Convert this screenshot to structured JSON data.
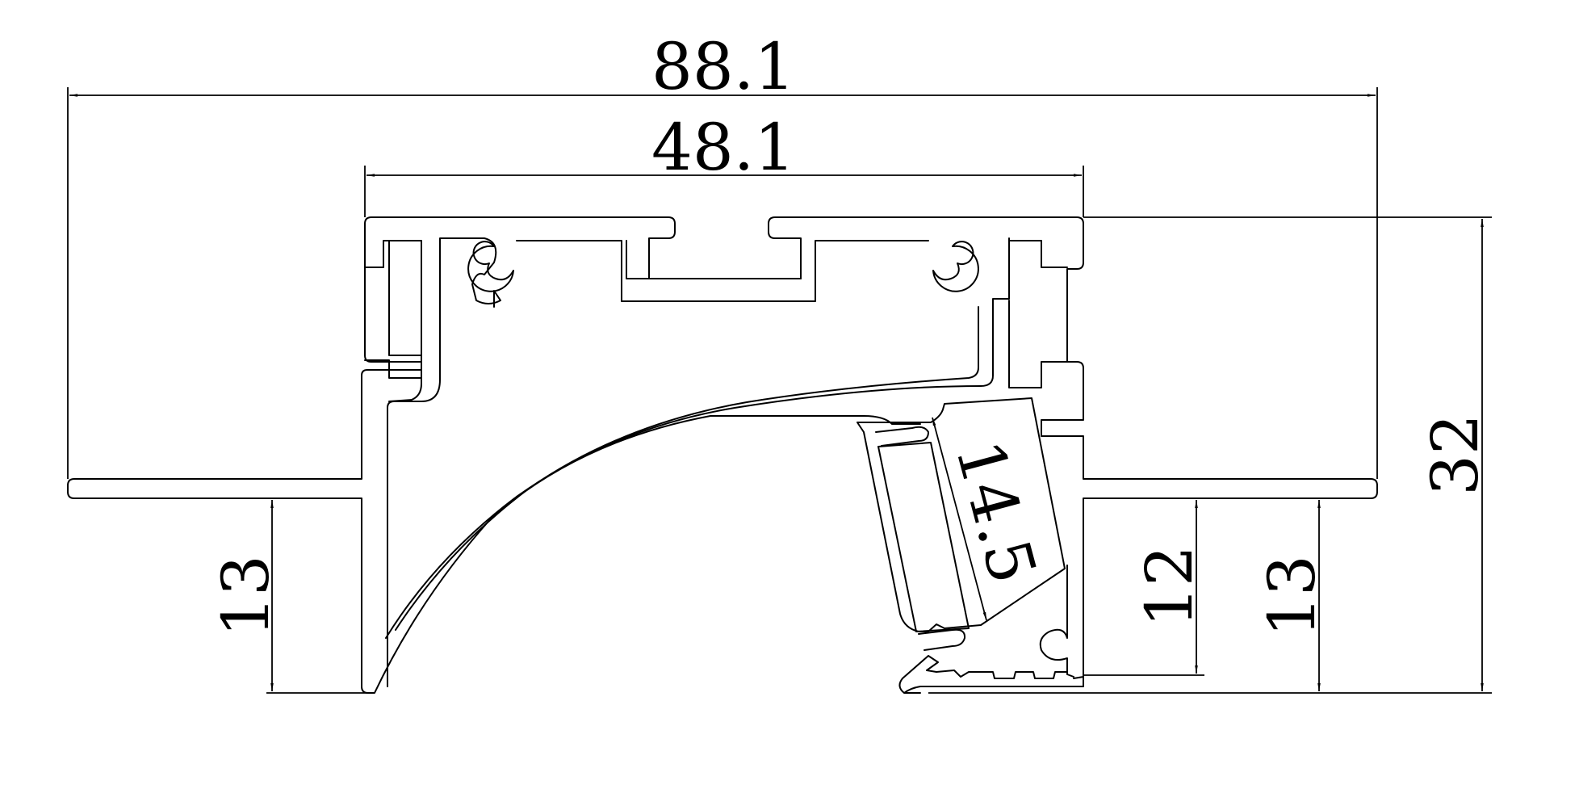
{
  "dimensions": {
    "overall_width": "88.1",
    "inner_width": "48.1",
    "total_height": "32",
    "left_leg_height": "13",
    "right_step_height": "12",
    "right_leg_height": "13",
    "diffuser_width": "14.5"
  },
  "colors": {
    "line": "#000000",
    "background": "#ffffff"
  }
}
